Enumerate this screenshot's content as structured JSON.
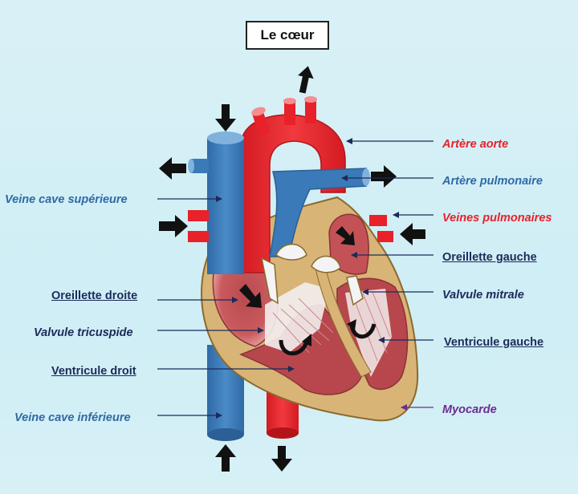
{
  "title": "Le cœur",
  "colors": {
    "red": "#e8212a",
    "blue": "#3a7ab8",
    "navy": "#1c2a5a",
    "purple": "#6b2c91",
    "myocardium": "#d8b477",
    "muscle": "#b7474c"
  },
  "labels": {
    "artere_aorte": "Artère aorte",
    "artere_pulmonaire": "Artère pulmonaire",
    "veines_pulmonaires": "Veines pulmonaires",
    "oreillette_gauche": "Oreillette gauche",
    "valvule_mitrale": "Valvule mitrale",
    "ventricule_gauche": "Ventricule gauche",
    "myocarde": "Myocarde",
    "veine_cave_superieure": "Veine cave supérieure",
    "oreillette_droite": "Oreillette droite",
    "valvule_tricuspide": "Valvule tricuspide",
    "ventricule_droit": "Ventricule droit",
    "veine_cave_inferieure": "Veine cave inférieure"
  }
}
